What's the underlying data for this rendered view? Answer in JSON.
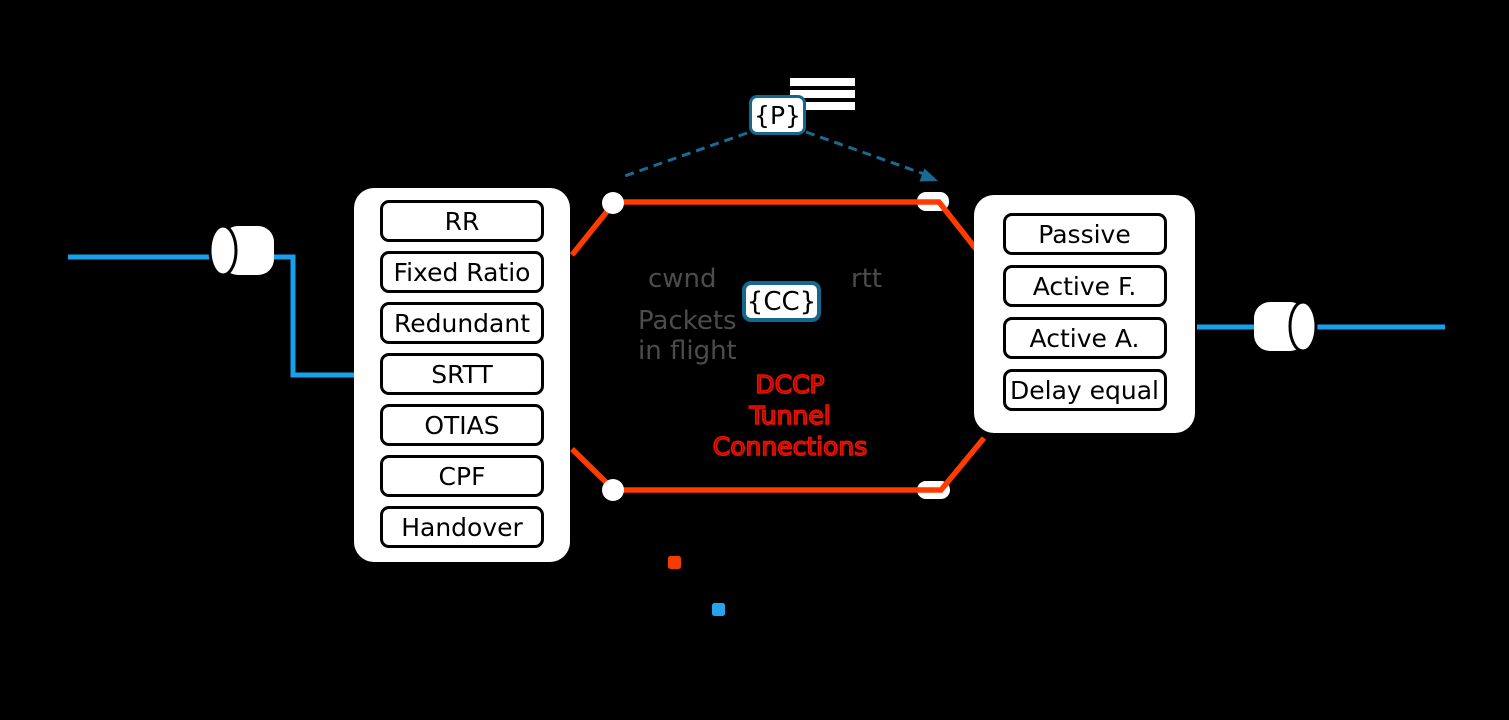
{
  "colors": {
    "background": "#000000",
    "blue_line": "#17a0eb",
    "orange_line": "#ff3b00",
    "dashed_blue": "#1a6a92",
    "brace_box_border": "#14688e",
    "gray_text": "#4c4c4c",
    "red_outline": "#ee1000",
    "red_fill": "#7e0800",
    "legend_orange": "#f23d00",
    "legend_blue": "#26a3ee"
  },
  "policy_box": {
    "label": "{P}"
  },
  "congestion_box": {
    "label": "{CC}"
  },
  "scheduler": {
    "items": [
      "RR",
      "Fixed Ratio",
      "Redundant",
      "SRTT",
      "OTIAS",
      "CPF",
      "Handover"
    ]
  },
  "reordering": {
    "items": [
      "Passive",
      "Active F.",
      "Active A.",
      "Delay equal"
    ]
  },
  "metrics": {
    "cwnd": "cwnd",
    "rtt": "rtt",
    "packets_line1": "Packets",
    "packets_line2": "in flight"
  },
  "tunnel": {
    "line1": "DCCP",
    "line2": "Tunnel",
    "line3": "Connections"
  }
}
